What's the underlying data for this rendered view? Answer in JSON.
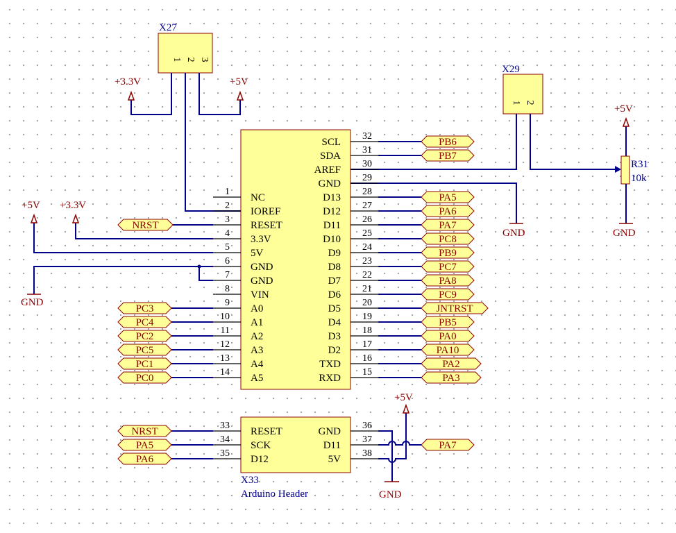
{
  "power_labels": {
    "p3v3_top": "+3.3V",
    "p5v_top": "+5V",
    "p5v_left": "+5V",
    "p3v3_left": "+3.3V",
    "gnd_left": "GND",
    "gnd_mid": "GND",
    "p5v_right": "+5V",
    "gnd_right": "GND",
    "p5v_bottom": "+5V",
    "gnd_bottom": "GND"
  },
  "x27": {
    "ref": "X27",
    "pins": [
      "1",
      "2",
      "3"
    ]
  },
  "x29": {
    "ref": "X29",
    "pins": [
      "1",
      "2"
    ]
  },
  "r31": {
    "ref": "R31",
    "value": "10k"
  },
  "main": {
    "left_pins": [
      {
        "num": "1",
        "name": "NC"
      },
      {
        "num": "2",
        "name": "IOREF"
      },
      {
        "num": "3",
        "name": "RESET"
      },
      {
        "num": "4",
        "name": "3.3V"
      },
      {
        "num": "5",
        "name": "5V"
      },
      {
        "num": "6",
        "name": "GND"
      },
      {
        "num": "7",
        "name": "GND"
      },
      {
        "num": "8",
        "name": "VIN"
      },
      {
        "num": "9",
        "name": "A0"
      },
      {
        "num": "10",
        "name": "A1"
      },
      {
        "num": "11",
        "name": "A2"
      },
      {
        "num": "12",
        "name": "A3"
      },
      {
        "num": "13",
        "name": "A4"
      },
      {
        "num": "14",
        "name": "A5"
      }
    ],
    "right_pins": [
      {
        "num": "32",
        "name": "SCL"
      },
      {
        "num": "31",
        "name": "SDA"
      },
      {
        "num": "30",
        "name": "AREF"
      },
      {
        "num": "29",
        "name": "GND"
      },
      {
        "num": "28",
        "name": "D13"
      },
      {
        "num": "27",
        "name": "D12"
      },
      {
        "num": "26",
        "name": "D11"
      },
      {
        "num": "25",
        "name": "D10"
      },
      {
        "num": "24",
        "name": "D9"
      },
      {
        "num": "23",
        "name": "D8"
      },
      {
        "num": "22",
        "name": "D7"
      },
      {
        "num": "21",
        "name": "D6"
      },
      {
        "num": "20",
        "name": "D5"
      },
      {
        "num": "19",
        "name": "D4"
      },
      {
        "num": "18",
        "name": "D3"
      },
      {
        "num": "17",
        "name": "D2"
      },
      {
        "num": "16",
        "name": "TXD"
      },
      {
        "num": "15",
        "name": "RXD"
      }
    ]
  },
  "net_labels": {
    "left": [
      "NRST",
      "PC3",
      "PC4",
      "PC2",
      "PC5",
      "PC1",
      "PC0"
    ],
    "right": [
      "PB6",
      "PB7",
      "PA5",
      "PA6",
      "PA7",
      "PC8",
      "PB9",
      "PC7",
      "PA8",
      "PC9",
      "JNTRST",
      "PB5",
      "PA0",
      "PA10",
      "PA2",
      "PA3"
    ]
  },
  "x33": {
    "ref": "X33",
    "desc": "Arduino Header",
    "left_pins": [
      {
        "num": "33",
        "name": "RESET"
      },
      {
        "num": "34",
        "name": "SCK"
      },
      {
        "num": "35",
        "name": "D12"
      }
    ],
    "right_pins": [
      {
        "num": "36",
        "name": "GND"
      },
      {
        "num": "37",
        "name": "D11"
      },
      {
        "num": "38",
        "name": "5V"
      }
    ],
    "net_left": [
      "NRST",
      "PA5",
      "PA6"
    ],
    "net_right": "PA7"
  }
}
